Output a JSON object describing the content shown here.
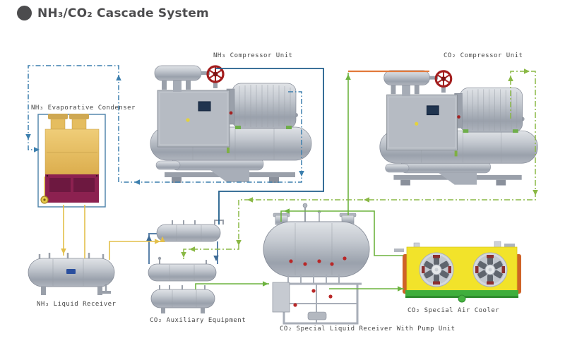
{
  "title": {
    "bullet_icon": "circle",
    "text": "NH₃/CO₂ Cascade System"
  },
  "labels": {
    "nh3_compressor": "NH₃ Compressor Unit",
    "co2_compressor": "CO₂ Compressor Unit",
    "condenser": "NH₃ Evaporative Condenser",
    "nh3_receiver": "NH₃ Liquid Receiver",
    "aux_equipment": "CO₂ Auxiliary Equipment",
    "pump_receiver": "CO₂ Special Liquid Receiver With Pump Unit",
    "air_cooler": "CO₂ Special Air Cooler"
  },
  "colors": {
    "bg": "#ffffff",
    "title_color": "#4c4c4e",
    "label_color": "#474747",
    "line_blue_solid": "#205e8c",
    "line_blue_dashdot": "#3c7fae",
    "line_green_solid": "#6db33f",
    "line_green_dashdot": "#8ab845",
    "line_orange": "#e2793b",
    "line_yellow": "#e3bf4a",
    "condenser_yellow": "#e9c469",
    "condenser_maroon": "#8c2150",
    "cooler_yellow": "#f2e32a",
    "cooler_green": "#3fae3c",
    "tank_gray": "#b9bec7",
    "valve_red": "#b92727",
    "handwheel_red": "#a31d1d"
  }
}
